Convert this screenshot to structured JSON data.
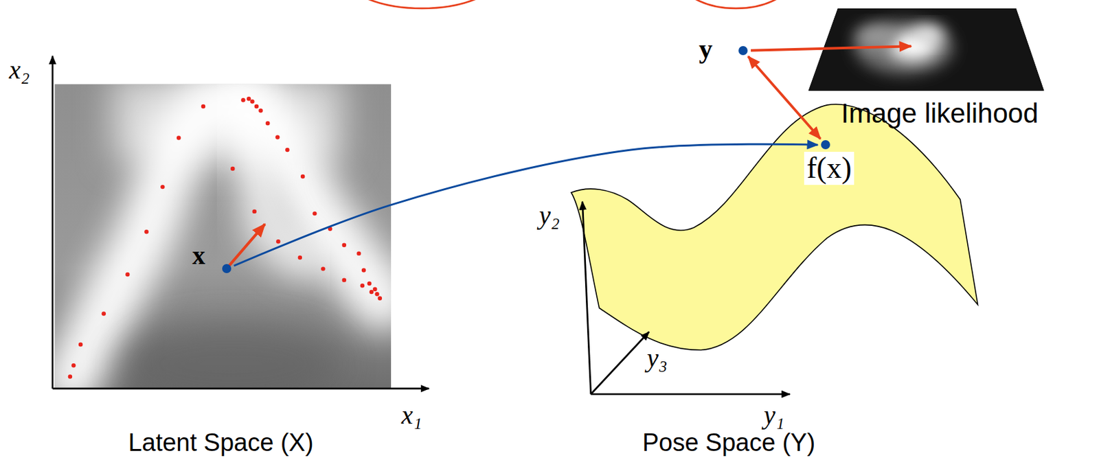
{
  "diagram": {
    "nodes": [
      {
        "text": [
          "Latent Space (X)"
        ]
      },
      {
        "text": [
          "x"
        ],
        "in": 0
      },
      {
        "text": [
          "Pose Space (Y)"
        ]
      },
      {
        "text": [
          "f(x)"
        ],
        "in": 2
      },
      {
        "text": [
          "y"
        ]
      },
      {
        "text": [
          "Image likelihood"
        ]
      }
    ],
    "edges": [
      {
        "from": 1,
        "to": 3,
        "arrow": "to"
      },
      {
        "from": 4,
        "to": 3,
        "arrow": "both"
      },
      {
        "from": 4,
        "to": 5,
        "arrow": "to"
      }
    ],
    "labels": [
      "x₂",
      "x₁",
      "y₂",
      "y₁",
      "y₃"
    ]
  }
}
